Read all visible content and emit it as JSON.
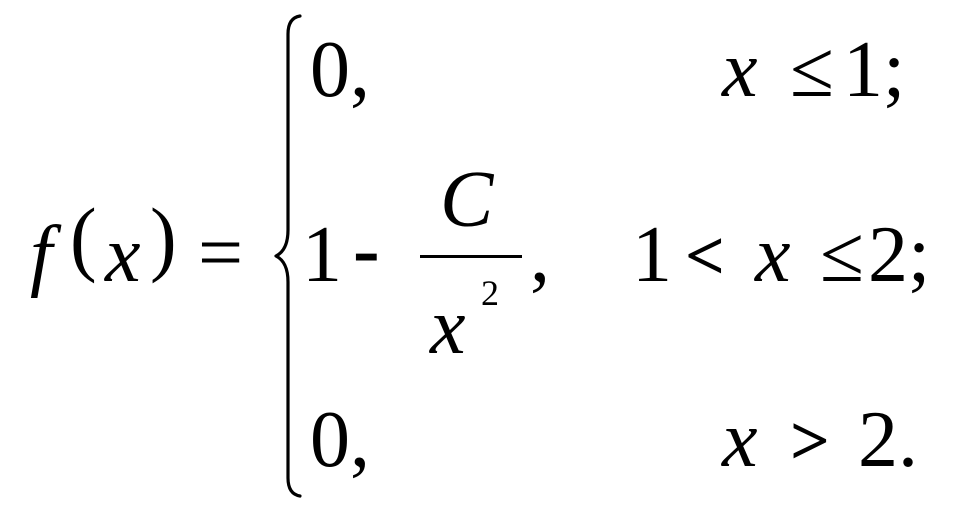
{
  "lhs": {
    "func": "f",
    "lparen": "(",
    "var": "x",
    "rparen": ")",
    "eq": "="
  },
  "cases": [
    {
      "expr": "0,",
      "cond_var": "x",
      "cond_op": "≤",
      "cond_rhs": "1;"
    },
    {
      "one": "1",
      "minus": "-",
      "numerator": "C",
      "den_var": "x",
      "den_exp": "2",
      "comma": ",",
      "cond_left": "1",
      "cond_op1": "<",
      "cond_var": "x",
      "cond_op2": "≤",
      "cond_rhs": "2;"
    },
    {
      "expr": "0,",
      "cond_var": "x",
      "cond_op": ">",
      "cond_rhs": "2."
    }
  ]
}
